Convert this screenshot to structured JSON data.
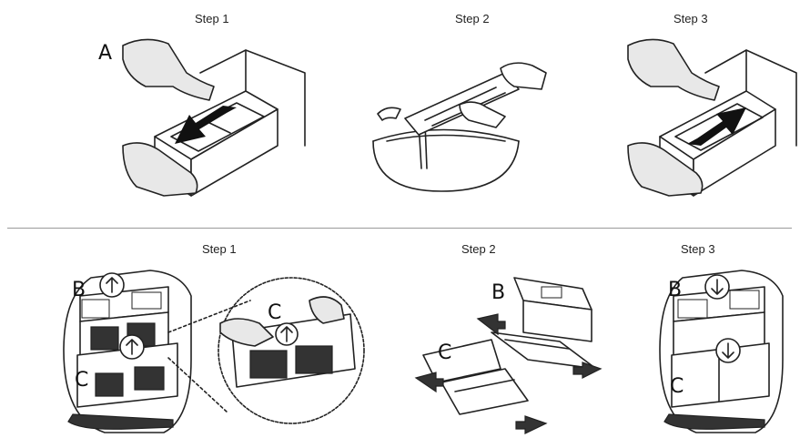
{
  "top_row": {
    "steps": [
      "Step 1",
      "Step 2",
      "Step 3"
    ],
    "callouts": {
      "a": "A"
    }
  },
  "bottom_row": {
    "steps": [
      "Step 1",
      "Step 2",
      "Step 3"
    ],
    "callouts": {
      "step1_b": "B",
      "step1_c": "C",
      "step1_zoom_c": "C",
      "step2_b": "B",
      "step2_c": "C",
      "step3_b": "B",
      "step3_c": "C"
    }
  }
}
